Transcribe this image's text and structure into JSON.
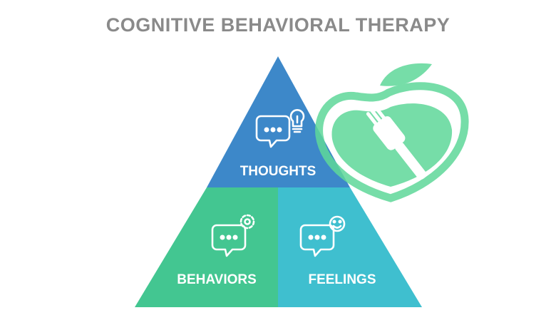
{
  "title": "COGNITIVE BEHAVIORAL THERAPY",
  "sections": {
    "top": {
      "label": "THOUGHTS",
      "icon": "speech-bubble-lightbulb-icon"
    },
    "bottom_left": {
      "label": "BEHAVIORS",
      "icon": "speech-bubble-gear-icon"
    },
    "bottom_right": {
      "label": "FEELINGS",
      "icon": "speech-bubble-smiley-icon"
    }
  },
  "watermark": {
    "icon": "apple-fork-logo"
  },
  "colors": {
    "title": "#8a8a8a",
    "thoughts": "#3d88c9",
    "behaviors": "#43c691",
    "feelings": "#3fbfcf",
    "watermark": "#5fd89a"
  }
}
